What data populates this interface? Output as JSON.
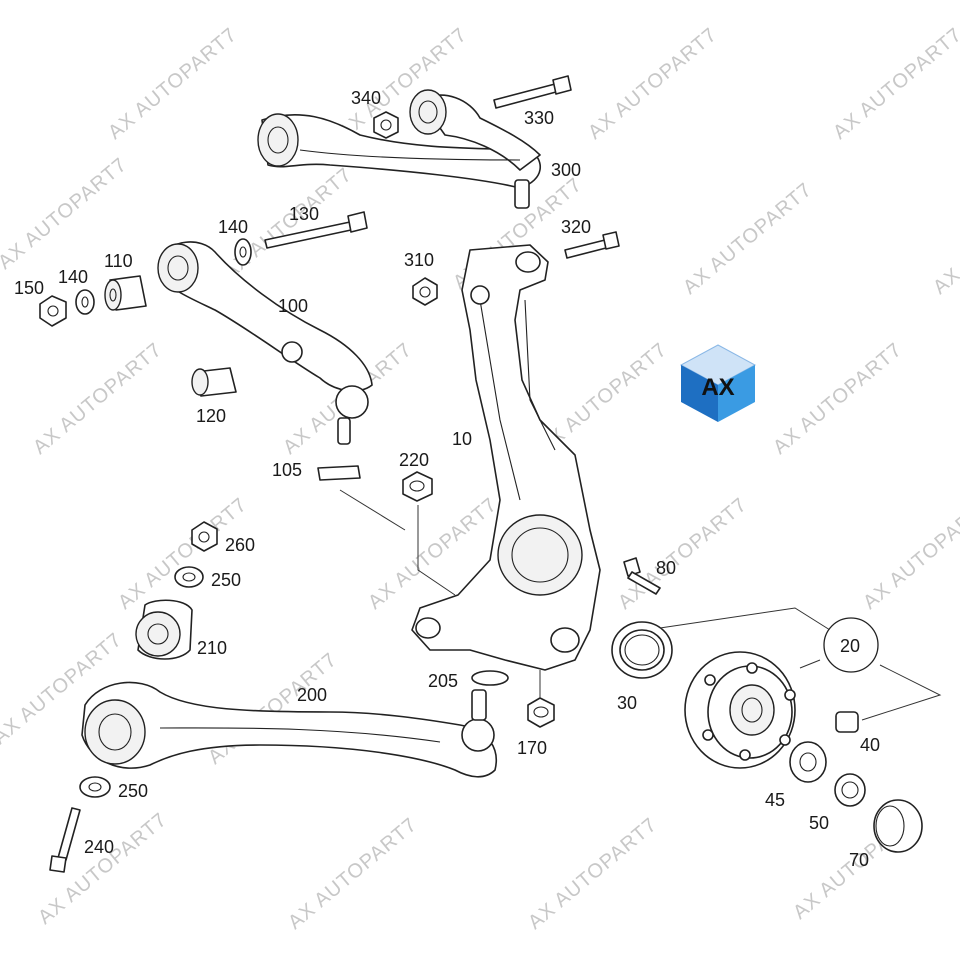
{
  "labels": {
    "p340": "340",
    "p330": "330",
    "p300": "300",
    "p130": "130",
    "p140a": "140",
    "p320": "320",
    "p310": "310",
    "p110": "110",
    "p140b": "140",
    "p150": "150",
    "p100": "100",
    "p120": "120",
    "p10": "10",
    "p105": "105",
    "p220": "220",
    "p260": "260",
    "p250a": "250",
    "p210": "210",
    "p80": "80",
    "p20": "20",
    "p200": "200",
    "p205": "205",
    "p30": "30",
    "p170": "170",
    "p40": "40",
    "p250b": "250",
    "p45": "45",
    "p50": "50",
    "p240": "240",
    "p70": "70"
  },
  "watermark": "AX AUTOPART7",
  "logo": {
    "text": "AX",
    "color_top": "#cfe3f7",
    "color_left": "#1e6fc2",
    "color_right": "#3a9be3"
  }
}
